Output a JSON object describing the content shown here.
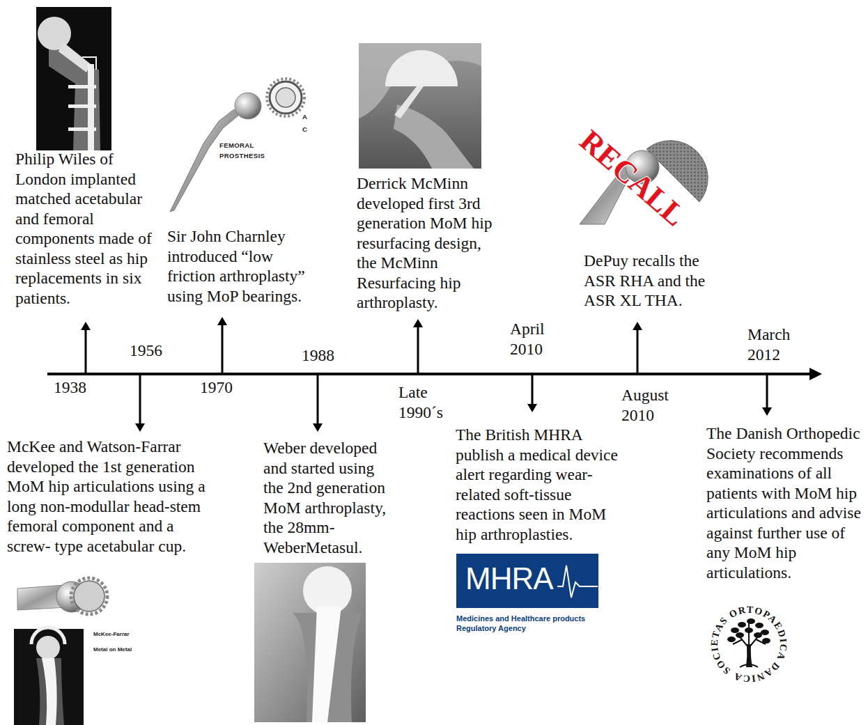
{
  "diagram": {
    "labels": [
      "1938",
      "Philip Wiles of London implanted matched acetabular and femoral components made of stainless steel as hip replacements in six patients.",
      "1956",
      "McKee and Watson-Farrar developed the 1st generation MoM hip articulations using a long non-modullar head-stem femoral component and a screw- type acetabular cup.",
      "McKee-Farrar",
      "Metal on Metal",
      "1970",
      "Sir John Charnley introduced “low friction arthroplasty” using MoP bearings.",
      "FEMORAL PROSTHESIS",
      "A",
      "C",
      "1988",
      "Weber developed and started using the 2nd generation MoM arthroplasty, the 28mm- WeberMetasul.",
      "Late 1990´s",
      "Derrick McMinn developed first 3rd generation MoM hip resurfacing design, the McMinn Resurfacing hip arthroplasty.",
      "April 2010",
      "The British MHRA publish a medical device alert regarding wear- related soft-tissue reactions seen in MoM hip arthroplasties.",
      "MHRA",
      "Medicines and Healthcare products Regulatory Agency",
      "August 2010",
      "DePuy recalls the ASR RHA and the ASR XL THA.",
      "RECALL",
      "March 2012",
      "The Danish Orthopedic Society recommends examinations of all patients with MoM hip articulations and advise against further use of any MoM hip articulations.",
      "SOCIETAS ORTOPAEDICA DANICA"
    ]
  }
}
